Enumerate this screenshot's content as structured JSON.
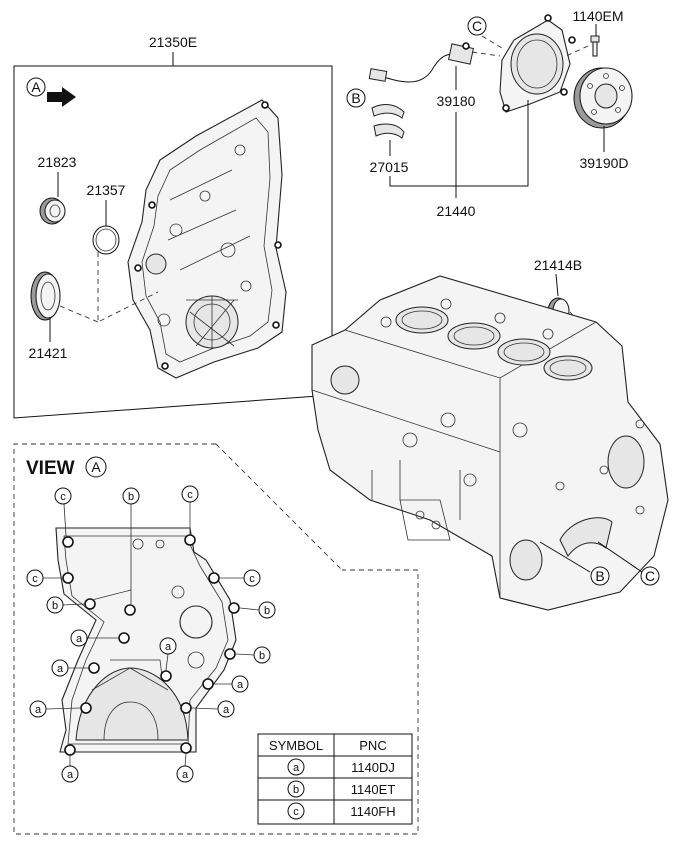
{
  "labels": {
    "cover_assy": "21350E",
    "oil_seal_small": "21823",
    "o_ring": "21357",
    "oil_seal_large": "21421",
    "sensor": "39180",
    "bolt_1140em": "1140EM",
    "target_wheel": "39190D",
    "bearing_shell": "27015",
    "seal_housing": "21440",
    "plug": "21414B"
  },
  "view": {
    "title": "VIEW",
    "letter": "A"
  },
  "reference_letters": {
    "a": "A",
    "b": "B",
    "c": "C"
  },
  "callout_symbols": {
    "a": "a",
    "b": "b",
    "c": "c"
  },
  "symbol_table": {
    "header_symbol": "SYMBOL",
    "header_pnc": "PNC",
    "rows": [
      {
        "symbol": "a",
        "pnc": "1140DJ"
      },
      {
        "symbol": "b",
        "pnc": "1140ET"
      },
      {
        "symbol": "c",
        "pnc": "1140FH"
      }
    ]
  }
}
